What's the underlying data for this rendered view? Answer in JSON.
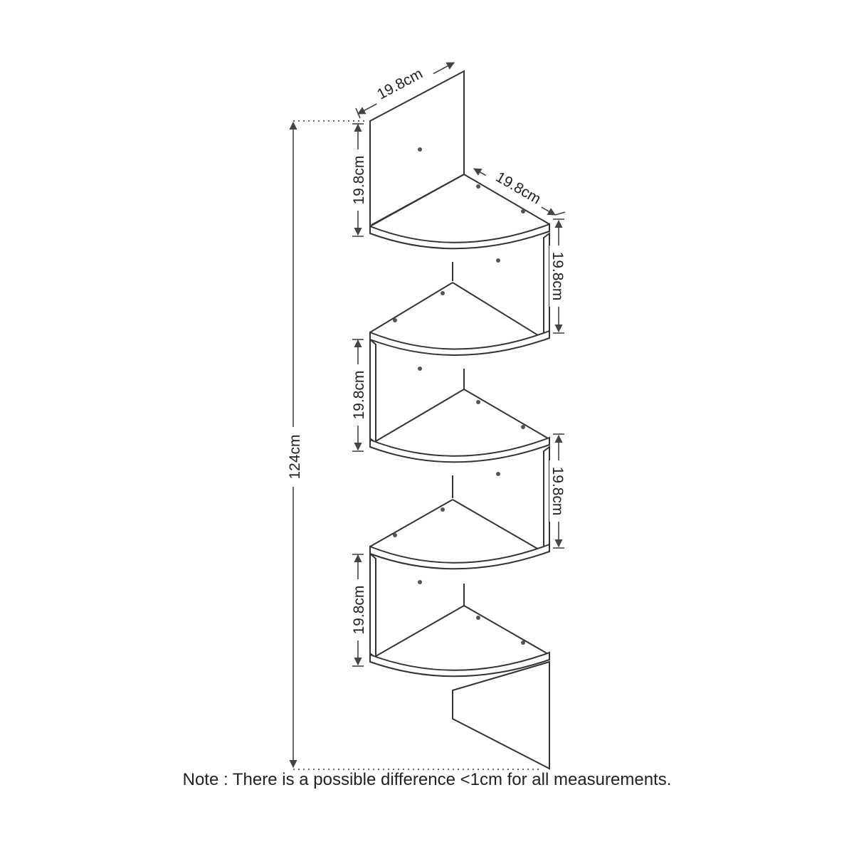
{
  "diagram": {
    "total_height": "124cm",
    "top_width": "19.8cm",
    "shelf_depth": "19.8cm",
    "gaps_left": [
      "19.8cm",
      "19.8cm",
      "19.8cm"
    ],
    "gaps_right": [
      "19.8cm",
      "19.8cm"
    ]
  },
  "note": "Note : There is a possible difference <1cm for all measurements."
}
